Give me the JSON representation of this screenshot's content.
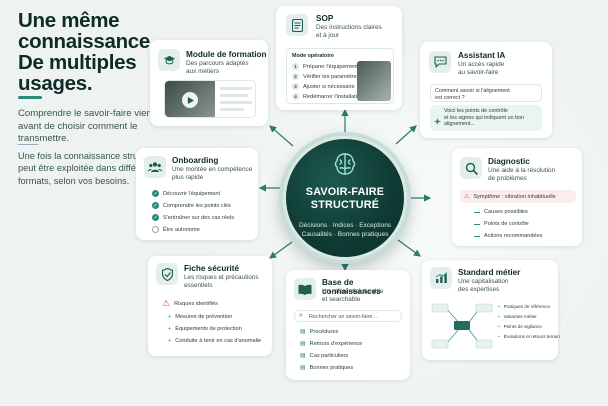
{
  "headline": [
    "Une même",
    "connaissance.",
    "De multiples",
    "usages."
  ],
  "intro": "Comprendre le savoir-faire vient avant de choisir comment le transmettre.",
  "body": "Une fois la connaissance structurée, elle peut être exploitée dans différents formats, selon vos besoins.",
  "hub": {
    "title_line1": "SAVOIR-FAIRE",
    "title_line2": "STRUCTURÉ",
    "sub_line1": "Décisions · Indices · Exceptions",
    "sub_line2": "Causalités · Bonnes pratiques"
  },
  "formation": {
    "title": "Module de formation",
    "sub_line1": "Des parcours adaptés",
    "sub_line2": "aux métiers"
  },
  "sop": {
    "title": "SOP",
    "sub_line1": "Des instructions claires",
    "sub_line2": "et à jour",
    "panel_title": "Mode opératoire",
    "steps": [
      "Préparer l'équipement",
      "Vérifier les paramètres",
      "Ajuster si nécessaire",
      "Redémarrer l'installation"
    ]
  },
  "assistant": {
    "title": "Assistant IA",
    "sub_line1": "Un accès rapide",
    "sub_line2": "au savoir-faire",
    "question_line1": "Comment savoir si l'alignement",
    "question_line2": "est correct ?",
    "answer_line1": "Voici les points de contrôle",
    "answer_line2": "et les signes qui indiquent un bon",
    "answer_line3": "alignement..."
  },
  "onboarding": {
    "title": "Onboarding",
    "sub_line1": "Une montée en compétence",
    "sub_line2": "plus rapide",
    "items": [
      "Découvrir l'équipement",
      "Comprendre les points clés",
      "S'entraîner sur des cas réels",
      "Être autonome"
    ]
  },
  "diagnostic": {
    "title": "Diagnostic",
    "sub_line1": "Une aide à la résolution",
    "sub_line2": "de problèmes",
    "symptom": "Symptôme : vibration inhabituelle",
    "items": [
      "Causes possibles",
      "Points de contrôle",
      "Actions recommandées"
    ]
  },
  "securite": {
    "title": "Fiche sécurité",
    "sub_line1": "Les risques et précautions",
    "sub_line2": "essentiels",
    "risk_label": "Risques identifiés",
    "items": [
      "Mesures de prévention",
      "Équipements de protection",
      "Conduite à tenir en cas d'anomalie"
    ]
  },
  "base": {
    "title": "Base de connaissances",
    "sub_line1": "Un référentiel durable",
    "sub_line2": "et searchable",
    "search_placeholder": "Rechercher un savoir-faire...",
    "items": [
      "Procédures",
      "Retours d'expérience",
      "Cas particuliers",
      "Bonnes pratiques"
    ]
  },
  "standard": {
    "title": "Standard métier",
    "sub_line1": "Une capitalisation",
    "sub_line2": "des expertises",
    "items": [
      "Pratiques de référence",
      "Variantes métier",
      "Points de vigilance",
      "Évolutions et retours terrain"
    ]
  },
  "colors": {
    "accent": "#2c8a78",
    "hub": "#0f3a33",
    "text": "#0e2b27",
    "warning": "#d9534f"
  }
}
